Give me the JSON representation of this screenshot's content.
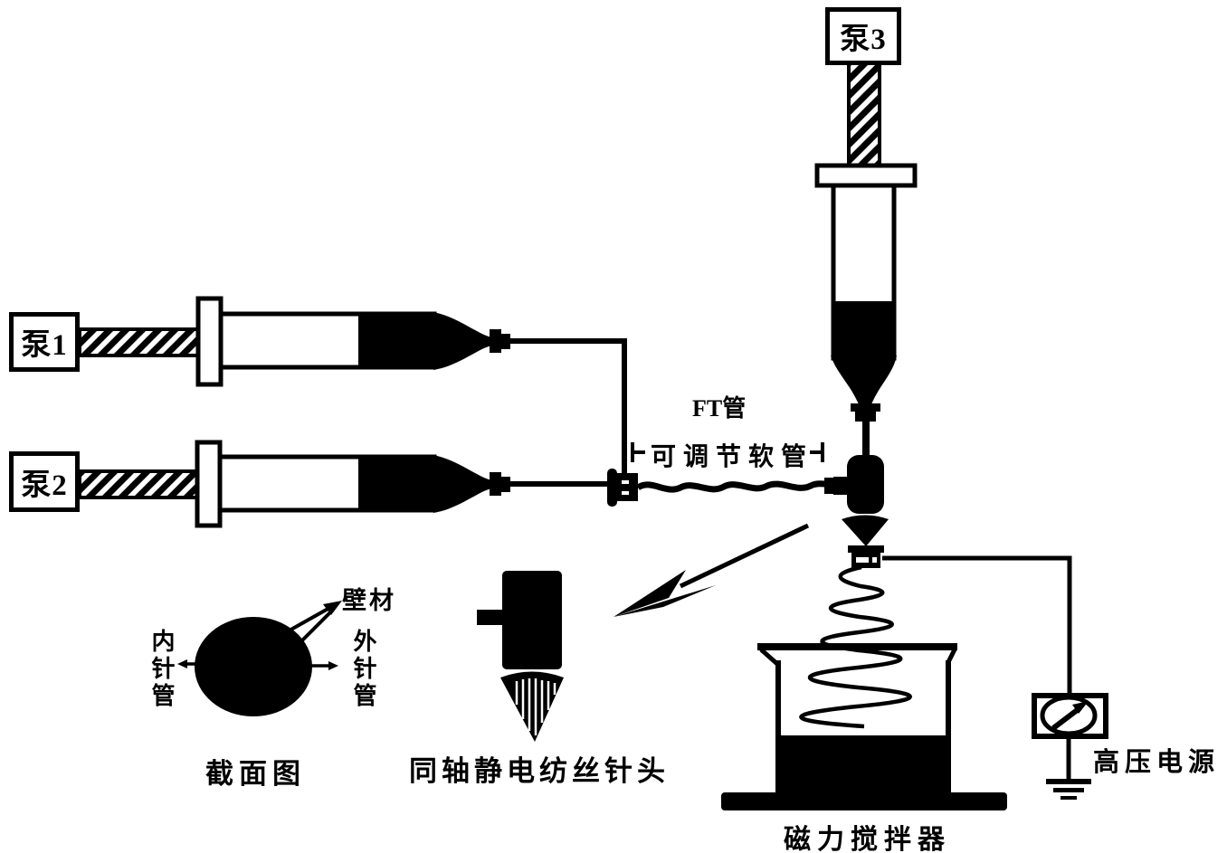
{
  "diagram_title": "coaxial-electrospinning-setup",
  "colors": {
    "ink": "#000000",
    "background": "#ffffff"
  },
  "pumps": {
    "pump1_label": "泵1",
    "pump2_label": "泵2",
    "pump3_label": "泵3"
  },
  "tubing": {
    "ft_tube_label": "FT管",
    "adjustable_hose_label": "可调节软管"
  },
  "cross_section": {
    "wall_material_label": "壁材",
    "inner_needle_label": "内针管",
    "outer_needle_label": "外针管",
    "caption": "截面图"
  },
  "needle_detail": {
    "caption": "同轴静电纺丝针头"
  },
  "equipment": {
    "magnetic_stirrer_label": "磁力搅拌器",
    "high_voltage_label": "高压电源"
  }
}
